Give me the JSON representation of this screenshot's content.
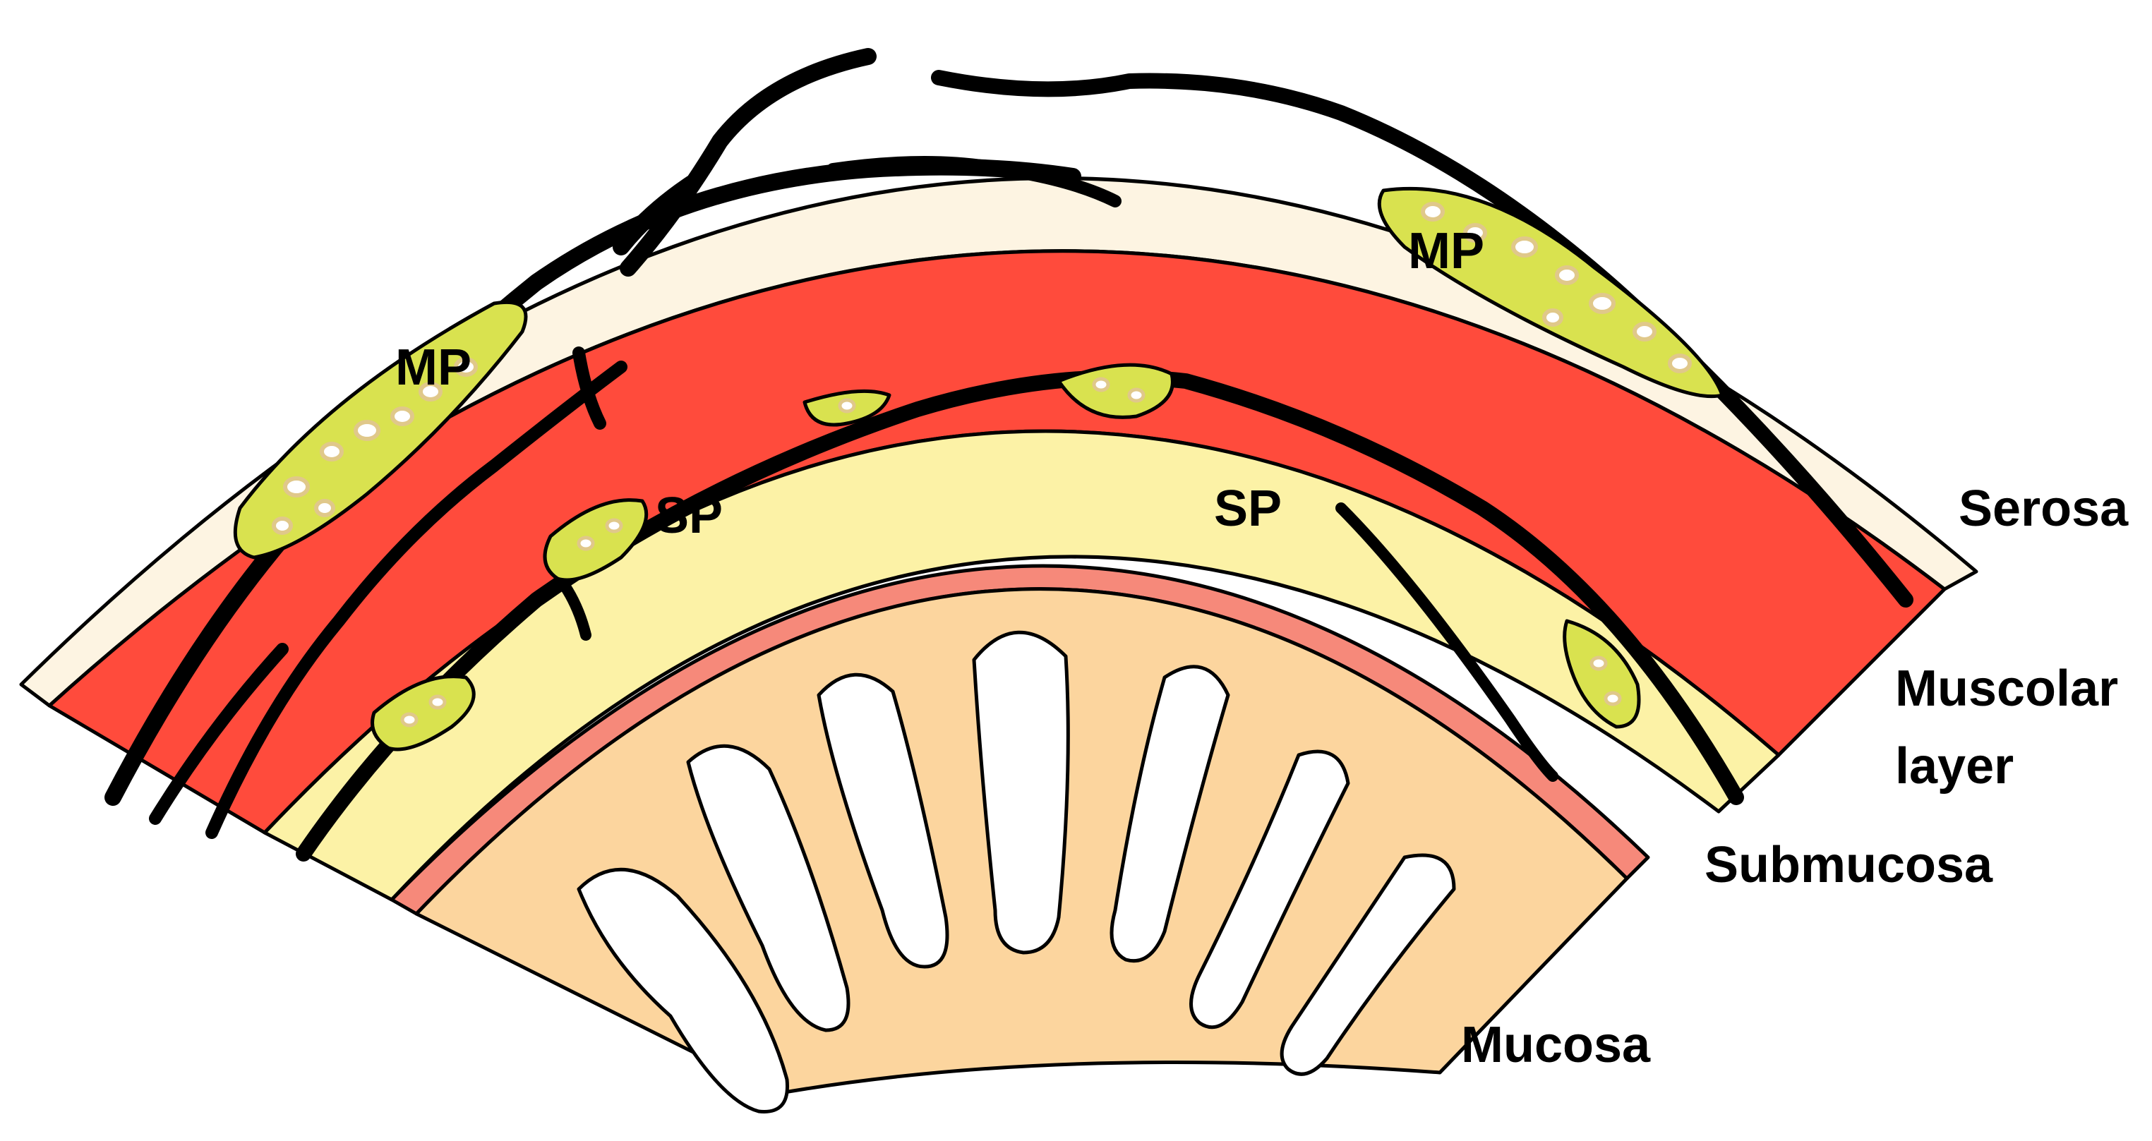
{
  "labels": {
    "mp_left": "MP",
    "mp_right": "MP",
    "sp_left": "SP",
    "sp_right": "SP",
    "serosa": "Serosa",
    "muscular_line1": "Muscolar",
    "muscular_line2": "layer",
    "submucosa": "Submucosa",
    "mucosa": "Mucosa"
  },
  "colors": {
    "serosa": "#fdf4e2",
    "muscular": "#ff4b3c",
    "submucosa": "#fcf2a6",
    "muscularis_mucosae": "#f6897a",
    "mucosa": "#fcd59e",
    "plexus": "#d9e24f",
    "ganglion_cell": "#e0c88a",
    "outline": "#000000"
  }
}
